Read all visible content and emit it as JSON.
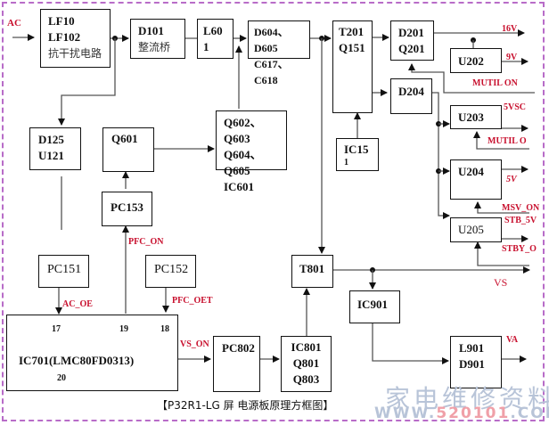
{
  "title": "【P32R1-LG 屏  电源板原理方框图】",
  "blocks": {
    "lf10": {
      "line1": "LF10",
      "line2": "LF102",
      "line3": "抗干扰电路"
    },
    "d101": {
      "line1": "D101",
      "line2": "整流桥"
    },
    "l601": {
      "line1": "L60",
      "line2": "1"
    },
    "d604": {
      "line1": "D604、D605",
      "line2": "C617、C618"
    },
    "t201": {
      "line1": "T201",
      "line2": "Q151"
    },
    "d201": {
      "line1": "D201",
      "line2": "Q201"
    },
    "u202": {
      "line1": "U202"
    },
    "d204": {
      "line1": "D204"
    },
    "u203": {
      "line1": "U203"
    },
    "u204": {
      "line1": "U204"
    },
    "u205": {
      "line1": "U205"
    },
    "ic151": {
      "line1": "IC15",
      "line2": "1"
    },
    "d125": {
      "line1": "D125",
      "line2": "U121"
    },
    "q601": {
      "line1": "Q601"
    },
    "q602": {
      "line1": "Q602、Q603",
      "line2": "Q604、Q605",
      "line3": "IC601"
    },
    "pc153": {
      "line1": "PC153"
    },
    "pc151": {
      "line1": "PC151"
    },
    "pc152": {
      "line1": "PC152"
    },
    "t801": {
      "line1": "T801"
    },
    "ic901": {
      "line1": "IC901"
    },
    "ic701": {
      "line1": "IC701(LMC80FD0313)",
      "pin17": "17",
      "pin19": "19",
      "pin18": "18",
      "pin20": "20"
    },
    "pc802": {
      "line1": "PC802"
    },
    "ic801": {
      "line1": "IC801",
      "line2": "Q801",
      "line3": "Q803"
    },
    "l901": {
      "line1": "L901",
      "line2": "D901"
    }
  },
  "signals": {
    "ac": "AC",
    "v16": "16V",
    "v9": "9V",
    "mutil_on": "MUTIL  ON",
    "v5vsc": "5VSC",
    "mutil_o": "MUTIL  O",
    "v5": "5V",
    "msv_on": "MSV_ON",
    "stb_5v": "STB_5V",
    "stby_o": "STBY_O",
    "vs": "VS",
    "pfc_on": "PFC_ON",
    "pfc_oet": "PFC_OET",
    "ac_oe": "AC_OE",
    "vs_on": "VS_ON",
    "va": "VA"
  },
  "watermark": {
    "cn": "家电维修资料网",
    "url_prefix": "WWW.",
    "url_mid": "520101",
    "url_suffix": ".COM"
  },
  "colors": {
    "signal_label": "#c8102e",
    "frame": "#b86cc8",
    "watermark": "#b8c4d8"
  }
}
